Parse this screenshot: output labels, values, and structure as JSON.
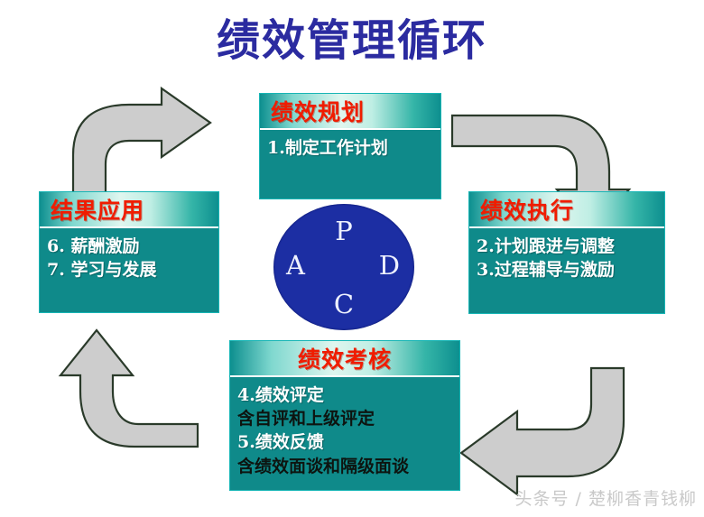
{
  "title": "绩效管理循环",
  "nodes": {
    "plan": {
      "header": "绩效规划",
      "lines": [
        "1.制定工作计划"
      ]
    },
    "execute": {
      "header": "绩效执行",
      "lines": [
        "2.计划跟进与调整",
        "3.过程辅导与激励"
      ]
    },
    "result": {
      "header": "结果应用",
      "lines": [
        "6. 薪酬激励",
        "7. 学习与发展"
      ]
    },
    "appraise": {
      "header": "绩效考核",
      "lines": [
        "4.绩效评定",
        "含自评和上级评定",
        "5.绩效反馈",
        "含绩效面谈和隔级面谈"
      ]
    }
  },
  "pdca": {
    "p": "P",
    "d": "D",
    "c": "C",
    "a": "A"
  },
  "arrows": {
    "top_left": "arrow-curve-up-right",
    "top_right": "arrow-curve-right-down",
    "bottom_right": "arrow-curve-down-left",
    "bottom_left": "arrow-curve-left-up"
  },
  "watermark": "头条号 / 楚柳香青钱柳",
  "colors": {
    "title": "#2b2ba0",
    "box_body": "#0f8a8a",
    "box_header_text": "#f01c00",
    "circle": "#1c2ea3",
    "arrow_fill": "#cdcdcd",
    "arrow_stroke": "#2a3a2a",
    "background": "#ffffff"
  }
}
